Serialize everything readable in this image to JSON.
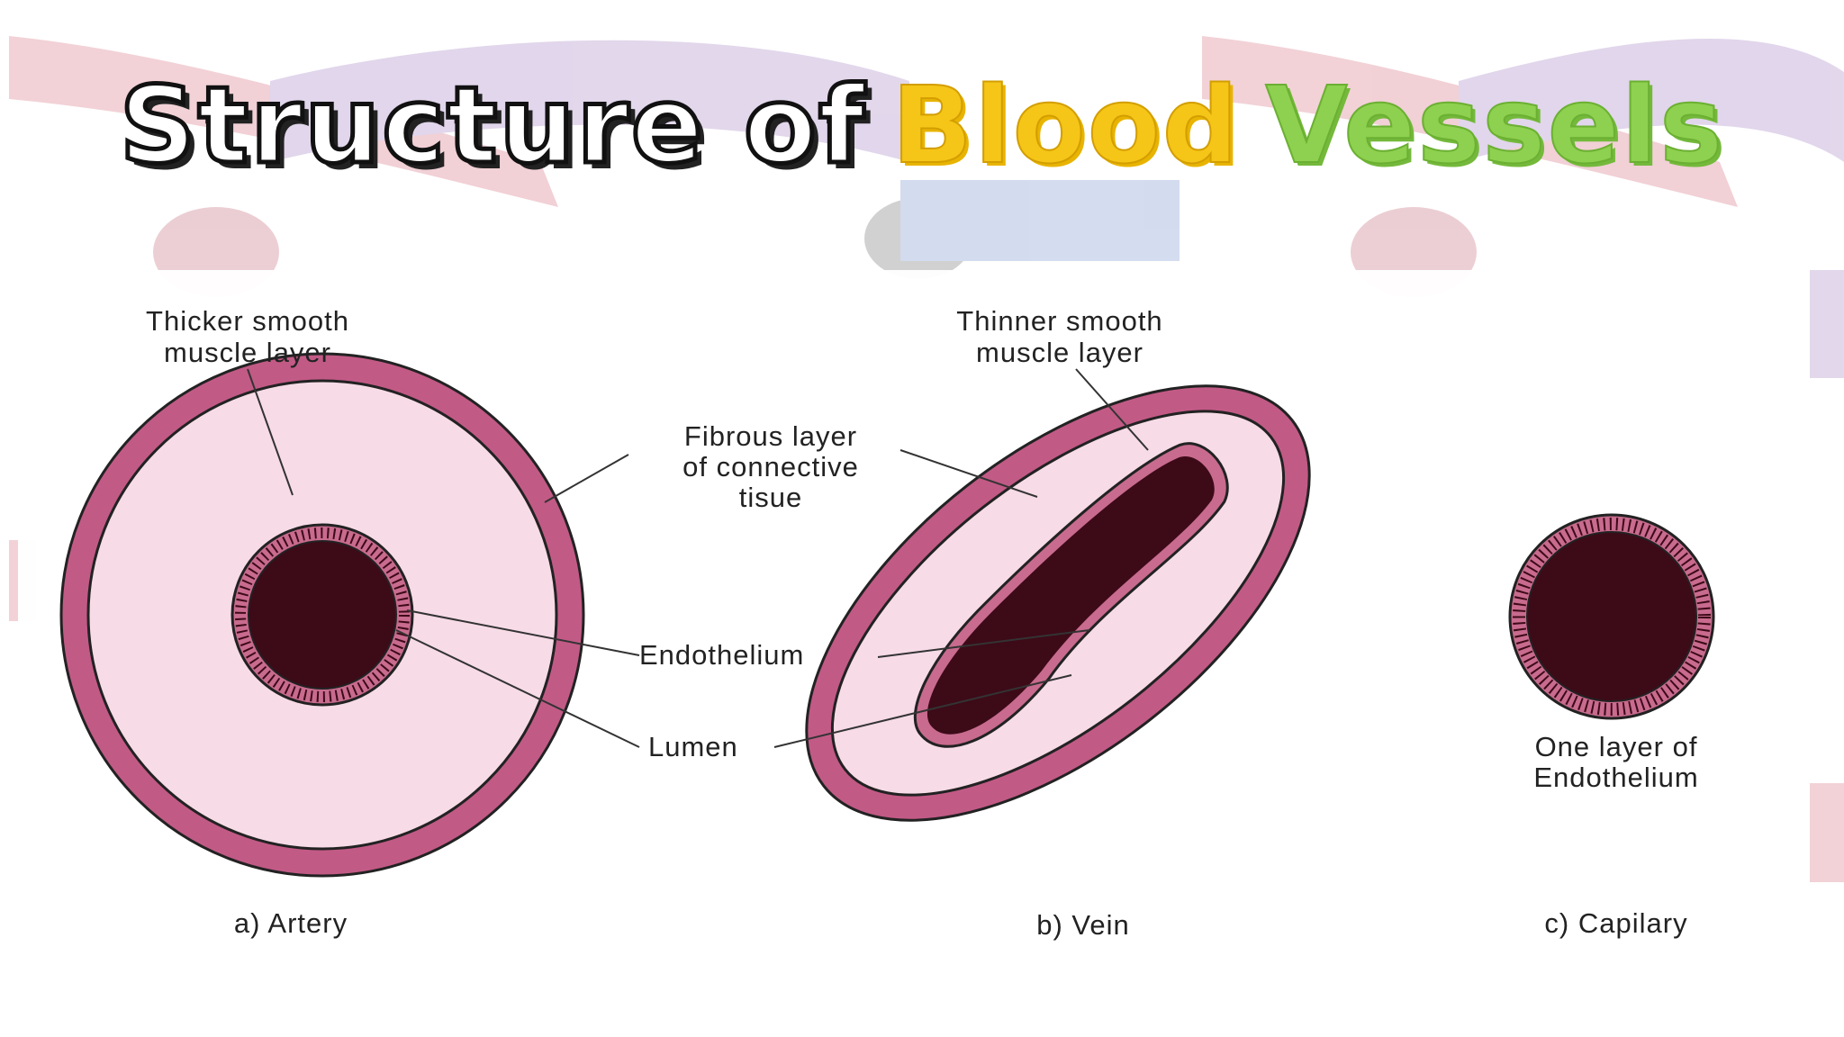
{
  "title": {
    "part1": "Structure of",
    "part2": "Blood",
    "part3": "Vessels"
  },
  "labels": {
    "thicker_1": "Thicker smooth",
    "thicker_2": "muscle layer",
    "thinner_1": "Thinner smooth",
    "thinner_2": "muscle layer",
    "fibrous_1": "Fibrous layer",
    "fibrous_2": "of connective",
    "fibrous_3": "tisue",
    "endothelium": "Endothelium",
    "lumen": "Lumen",
    "one_layer_1": "One layer of",
    "one_layer_2": "Endothelium"
  },
  "captions": {
    "artery": "a) Artery",
    "vein": "b) Vein",
    "capillary": "c) Capilary"
  },
  "colors": {
    "outer_wall": "#c25a86",
    "muscle": "#f7dbe7",
    "endothelium": "#c86b8e",
    "lumen": "#3d0a18",
    "title_blood": "#f5c518",
    "title_vessels": "#8ed04f"
  }
}
